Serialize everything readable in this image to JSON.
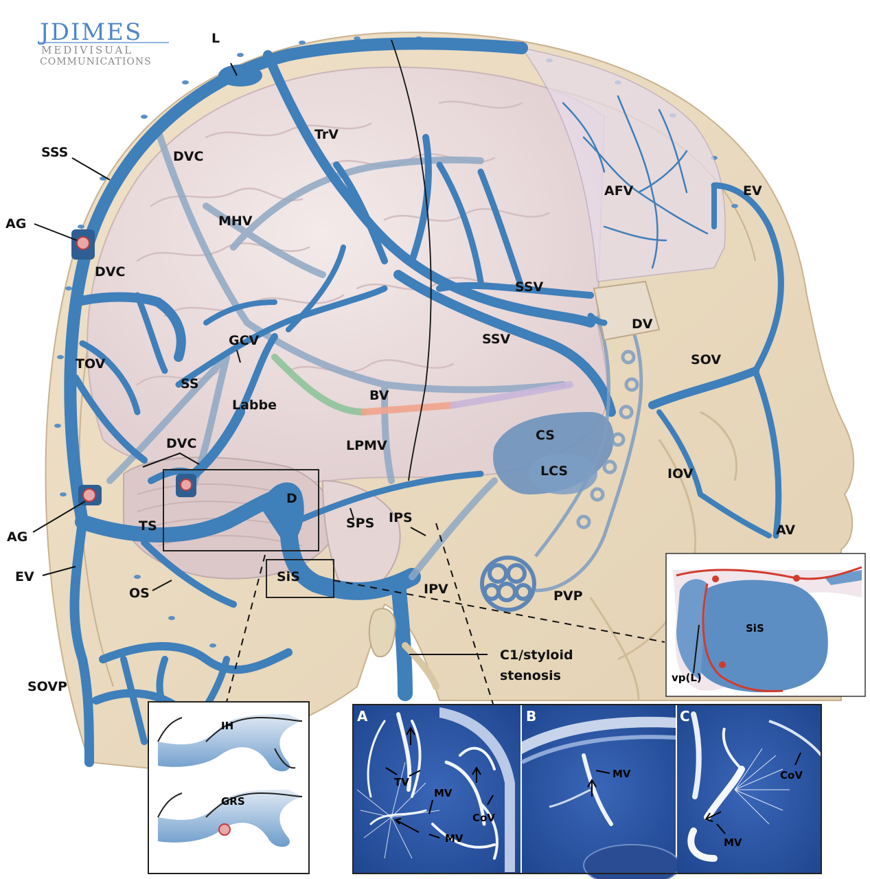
{
  "logo": {
    "line1": "JDIMES",
    "line2": "MEDIVISUAL",
    "line3": "COMMUNICATIONS"
  },
  "labels": {
    "L": "L",
    "SSS": "SSS",
    "AG_top": "AG",
    "DVC_top": "DVC",
    "MHV": "MHV",
    "DVC_mid": "DVC",
    "TrV": "TrV",
    "AFV": "AFV",
    "EV_right": "EV",
    "SSV_upper": "SSV",
    "SSV_lower": "SSV",
    "DV": "DV",
    "GCV": "GCV",
    "TOV": "TOV",
    "SS": "SS",
    "Labbe": "Labbe",
    "BV": "BV",
    "SOV": "SOV",
    "DVC_low": "DVC",
    "LPMV": "LPMV",
    "CS": "CS",
    "LCS": "LCS",
    "IOV": "IOV",
    "D": "D",
    "SPS": "SPS",
    "IPS": "IPS",
    "AG_bottom": "AG",
    "TS": "TS",
    "AV": "AV",
    "EV_left": "EV",
    "OS": "OS",
    "SiS": "SiS",
    "IPV": "IPV",
    "PVP": "PVP",
    "C1_line1": "C1/styloid",
    "C1_line2": "stenosis",
    "SOVP": "SOVP"
  },
  "inset_sinus": {
    "SiS": "SiS",
    "vp": "vp(L)"
  },
  "inset_granulation": {
    "IH": "IH",
    "GRS": "GRS"
  },
  "panels": {
    "A": {
      "letter": "A",
      "TV": "TV",
      "MV1": "MV",
      "MV2": "MV",
      "CoV": "CoV"
    },
    "B": {
      "letter": "B",
      "MV": "MV"
    },
    "C": {
      "letter": "C",
      "CoV": "CoV",
      "MV": "MV"
    }
  },
  "colors": {
    "vein": "#3f7fba",
    "skull": "#ecdcc2",
    "brain": "#eddfe1",
    "panel_bg": "#2a55a8"
  }
}
